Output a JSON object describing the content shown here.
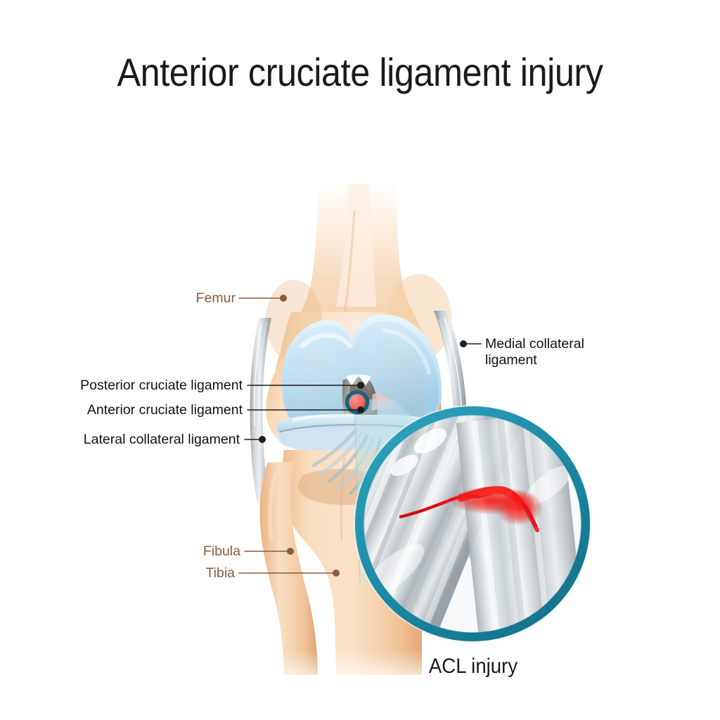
{
  "title": "Anterior cruciate ligament injury",
  "caption": "ACL injury",
  "colors": {
    "bone": "#f2c79a",
    "bone_light": "#fbe3cb",
    "cartilage": "#c5e3f2",
    "cartilage_deep": "#a9d4ea",
    "ligament_gray": "#b9bfc4",
    "magnifier_ring": "#1e8fa8",
    "tear_red": "#e8131b",
    "label_text": "#111111",
    "label_brown": "#8a5a3b",
    "leader_line": "#333333",
    "background": "#ffffff"
  },
  "labels": {
    "femur": "Femur",
    "medial_collateral_ligament_line1": "Medial collateral",
    "medial_collateral_ligament_line2": "ligament",
    "posterior_cruciate_ligament": "Posterior cruciate ligament",
    "anterior_cruciate_ligament": "Anterior cruciate ligament",
    "lateral_collateral_ligament": "Lateral collateral ligament",
    "fibula": "Fibula",
    "tibia": "Tibia"
  },
  "diagram": {
    "subject": "knee-joint-anterior-view",
    "structures": [
      "femur",
      "medial collateral ligament",
      "posterior cruciate ligament",
      "anterior cruciate ligament",
      "lateral collateral ligament",
      "fibula",
      "tibia",
      "articular cartilage",
      "meniscus"
    ],
    "inset": {
      "type": "magnifier-circle",
      "shows": "torn anterior cruciate ligament fibers with hemorrhage"
    }
  }
}
